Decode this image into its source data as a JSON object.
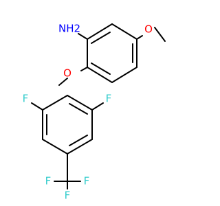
{
  "colors": {
    "background": "#FFFFFF",
    "bond": "#000000",
    "nitrogen": "#0000FF",
    "oxygen": "#FF0000",
    "fluorine": "#33CCCC"
  },
  "labels": {
    "amine": "NH2",
    "ether_oxygen": "O",
    "methoxy_oxygen": "O",
    "fluorine_left": "F",
    "fluorine_right": "F",
    "cf3_fluorine_left": "F",
    "cf3_fluorine_bottom": "F",
    "cf3_fluorine_right": "F"
  }
}
